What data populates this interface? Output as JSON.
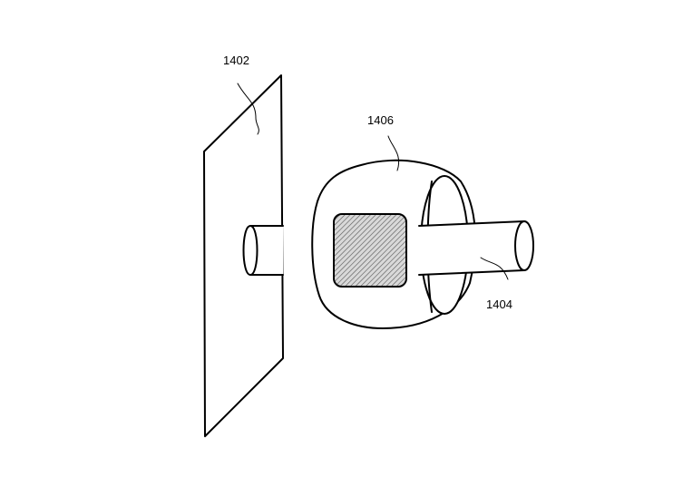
{
  "figure": {
    "labels": {
      "panel": "1402",
      "ring": "1406",
      "rod": "1404"
    },
    "colors": {
      "stroke": "#000000",
      "background": "#ffffff",
      "hatch_fill": "#d9d9d9"
    }
  }
}
